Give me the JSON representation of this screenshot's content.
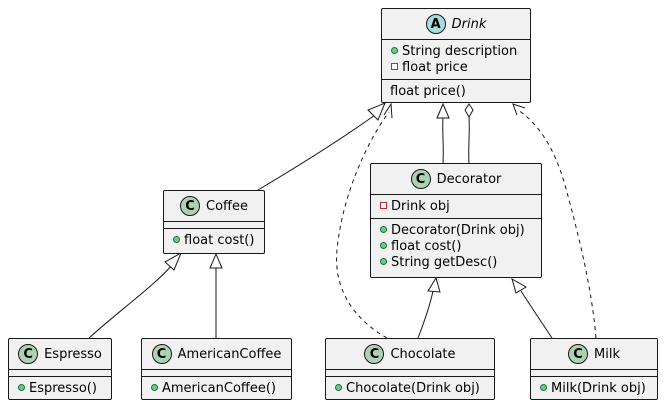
{
  "classes": {
    "drink": {
      "name": "Drink",
      "badge": "A",
      "abstract": true,
      "attributes": [
        {
          "visibility": "public",
          "text": "String description"
        },
        {
          "visibility": "private",
          "text": "float price"
        }
      ],
      "methods": [
        {
          "visibility": "none",
          "text": "float price()"
        }
      ]
    },
    "coffee": {
      "name": "Coffee",
      "badge": "C",
      "attributes": [],
      "methods": [
        {
          "visibility": "public",
          "text": "float cost()"
        }
      ]
    },
    "decorator": {
      "name": "Decorator",
      "badge": "C",
      "attributes": [
        {
          "visibility": "private",
          "text": "Drink obj"
        }
      ],
      "methods": [
        {
          "visibility": "public",
          "text": "Decorator(Drink obj)"
        },
        {
          "visibility": "public",
          "text": "float cost()"
        },
        {
          "visibility": "public",
          "text": "String getDesc()"
        }
      ]
    },
    "espresso": {
      "name": "Espresso",
      "badge": "C",
      "attributes": [],
      "methods": [
        {
          "visibility": "public",
          "text": "Espresso()"
        }
      ]
    },
    "americancoffee": {
      "name": "AmericanCoffee",
      "badge": "C",
      "attributes": [],
      "methods": [
        {
          "visibility": "public",
          "text": "AmericanCoffee()"
        }
      ]
    },
    "chocolate": {
      "name": "Chocolate",
      "badge": "C",
      "attributes": [],
      "methods": [
        {
          "visibility": "public",
          "text": "Chocolate(Drink obj)"
        }
      ]
    },
    "milk": {
      "name": "Milk",
      "badge": "C",
      "attributes": [],
      "methods": [
        {
          "visibility": "public",
          "text": "Milk(Drink obj)"
        }
      ]
    }
  },
  "relations": [
    {
      "from": "coffee",
      "to": "drink",
      "kind": "inheritance"
    },
    {
      "from": "decorator",
      "to": "drink",
      "kind": "inheritance"
    },
    {
      "from": "decorator",
      "to": "drink",
      "kind": "aggregation"
    },
    {
      "from": "chocolate",
      "to": "drink",
      "kind": "dependency"
    },
    {
      "from": "milk",
      "to": "drink",
      "kind": "dependency"
    },
    {
      "from": "espresso",
      "to": "coffee",
      "kind": "inheritance"
    },
    {
      "from": "americancoffee",
      "to": "coffee",
      "kind": "inheritance"
    },
    {
      "from": "chocolate",
      "to": "decorator",
      "kind": "inheritance"
    },
    {
      "from": "milk",
      "to": "decorator",
      "kind": "inheritance"
    }
  ]
}
